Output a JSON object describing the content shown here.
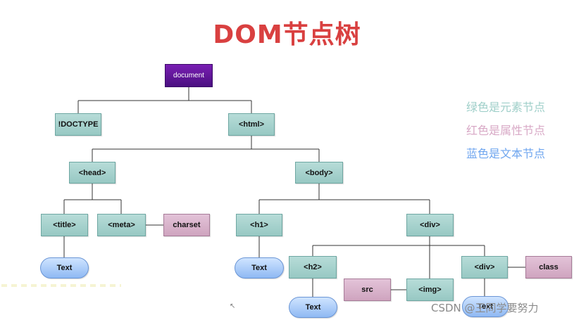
{
  "title": "DOM节点树",
  "nodes": {
    "document": "document",
    "doctype": "!DOCTYPE",
    "html": "<html>",
    "head": "<head>",
    "body": "<body>",
    "title_tag": "<title>",
    "meta": "<meta>",
    "charset": "charset",
    "title_text": "Text",
    "h1": "<h1>",
    "h1_text": "Text",
    "div": "<div>",
    "h2": "<h2>",
    "h2_text": "Text",
    "img": "<img>",
    "src": "src",
    "div2": "<div>",
    "class": "class",
    "div2_text": "Text"
  },
  "legend": {
    "element": "绿色是元素节点",
    "attribute": "红色是属性节点",
    "text": "蓝色是文本节点"
  },
  "legend_colors": {
    "element": "#9fcfc9",
    "attribute": "#d8a9c6",
    "text": "#6fa6ef"
  },
  "watermark": "CSDN @王同学要努力"
}
